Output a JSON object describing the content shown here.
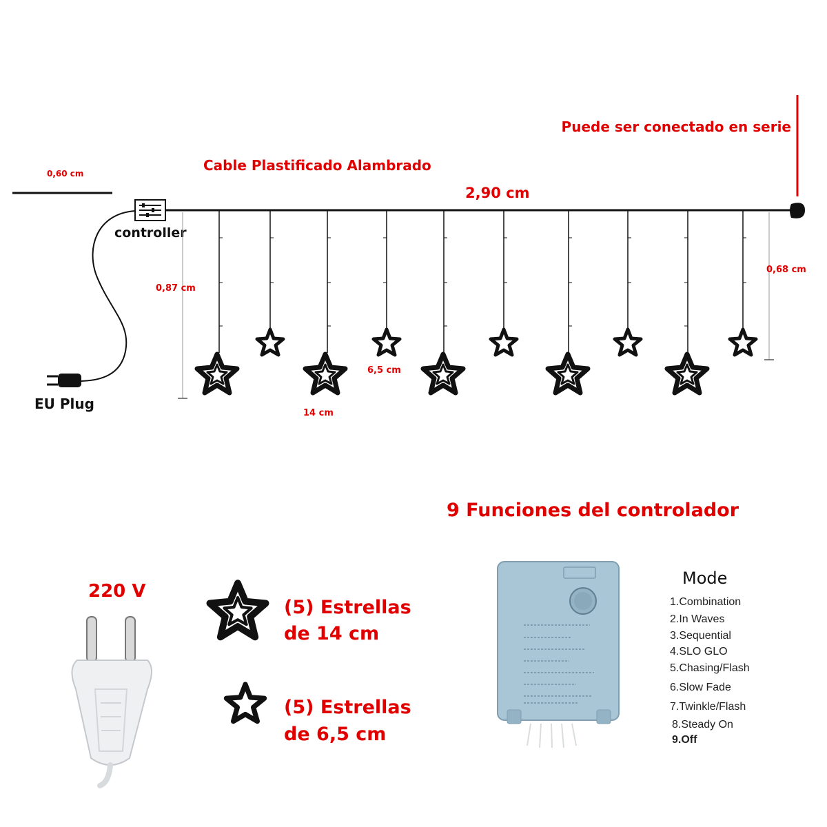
{
  "labels": {
    "serie": "Puede ser conectado en serie",
    "cable": "Cable Plastificado Alambrado",
    "main_length": "2,90 cm",
    "lead_length": "0,60 cm",
    "controller": "controller",
    "drop_long": "0,87 cm",
    "drop_short": "0,68 cm",
    "small_star_size": "6,5 cm",
    "big_star_size": "14 cm",
    "eu_plug": "EU Plug"
  },
  "bottom": {
    "voltage": "220 V",
    "functions_title": "9 Funciones del controlador",
    "big_stars_line1": "(5) Estrellas",
    "big_stars_line2": "de 14 cm",
    "small_stars_line1": "(5) Estrellas",
    "small_stars_line2": "de 6,5 cm"
  },
  "modes": {
    "title": "Mode",
    "items": [
      "1.Combination",
      "2.In Waves",
      "3.Sequential",
      "4.SLO GLO",
      "5.Chasing/Flash",
      "6.Slow Fade",
      "7.Twinkle/Flash",
      "8.Steady On",
      "9.Off"
    ]
  },
  "colors": {
    "accent": "#e00000",
    "wire": "#111111",
    "controller_box": "#a9c6d6"
  },
  "icons": [
    "controller-icon",
    "eu-plug-icon",
    "star-icon",
    "power-plug-icon",
    "controller-box-icon"
  ]
}
